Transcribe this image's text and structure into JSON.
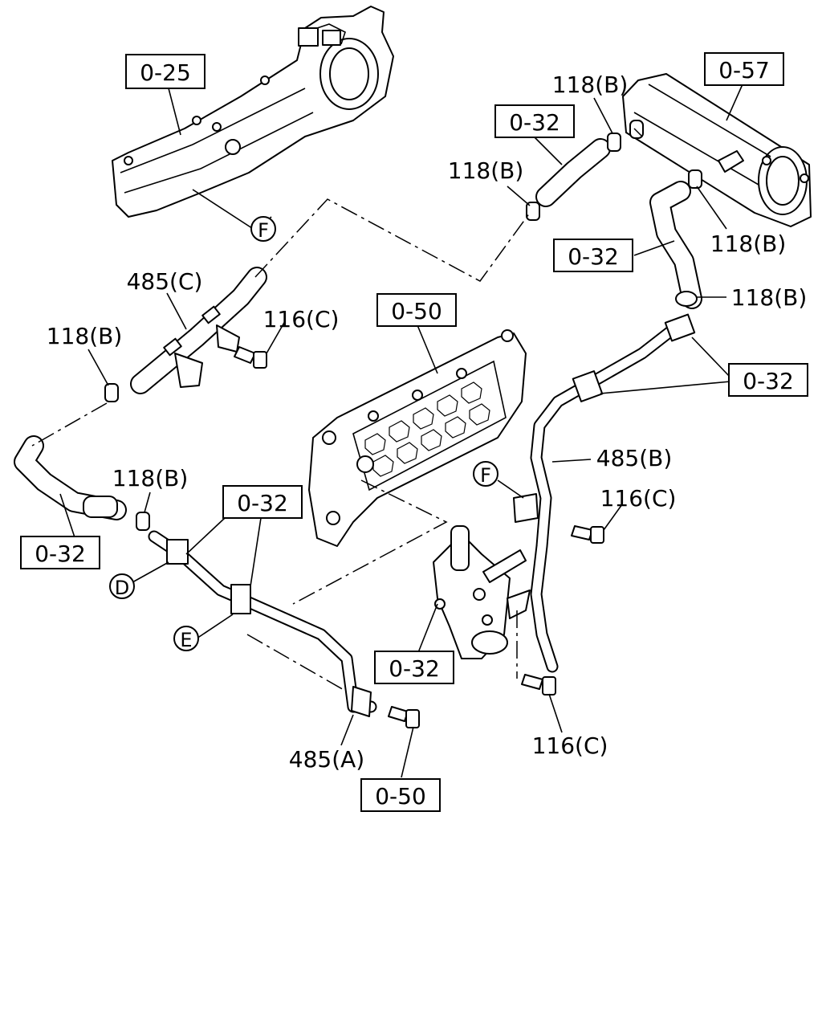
{
  "ref_boxes": {
    "intake_manifold": "0-25",
    "egr_pipe": "0-57",
    "hose_top": "0-32",
    "hose_right": "0-32",
    "cooler": "0-50",
    "bracket_right": "0-32",
    "bracket_center": "0-32",
    "hose_left": "0-32",
    "thermostat": "0-32",
    "bolt_bottom": "0-50"
  },
  "callouts": {
    "clamp_top": "118(B)",
    "clamp_upper_mid": "118(B)",
    "clamp_right_upper": "118(B)",
    "clamp_right_lower": "118(B)",
    "clamp_left": "118(B)",
    "clamp_left_lower": "118(B)",
    "pipe_c": "485(C)",
    "pipe_b": "485(B)",
    "pipe_a": "485(A)",
    "bolt_c_upper": "116(C)",
    "bolt_c_right": "116(C)",
    "bolt_c_lower": "116(C)"
  },
  "markers": {
    "f_top": "F",
    "f_right": "F",
    "d": "D",
    "e": "E"
  }
}
